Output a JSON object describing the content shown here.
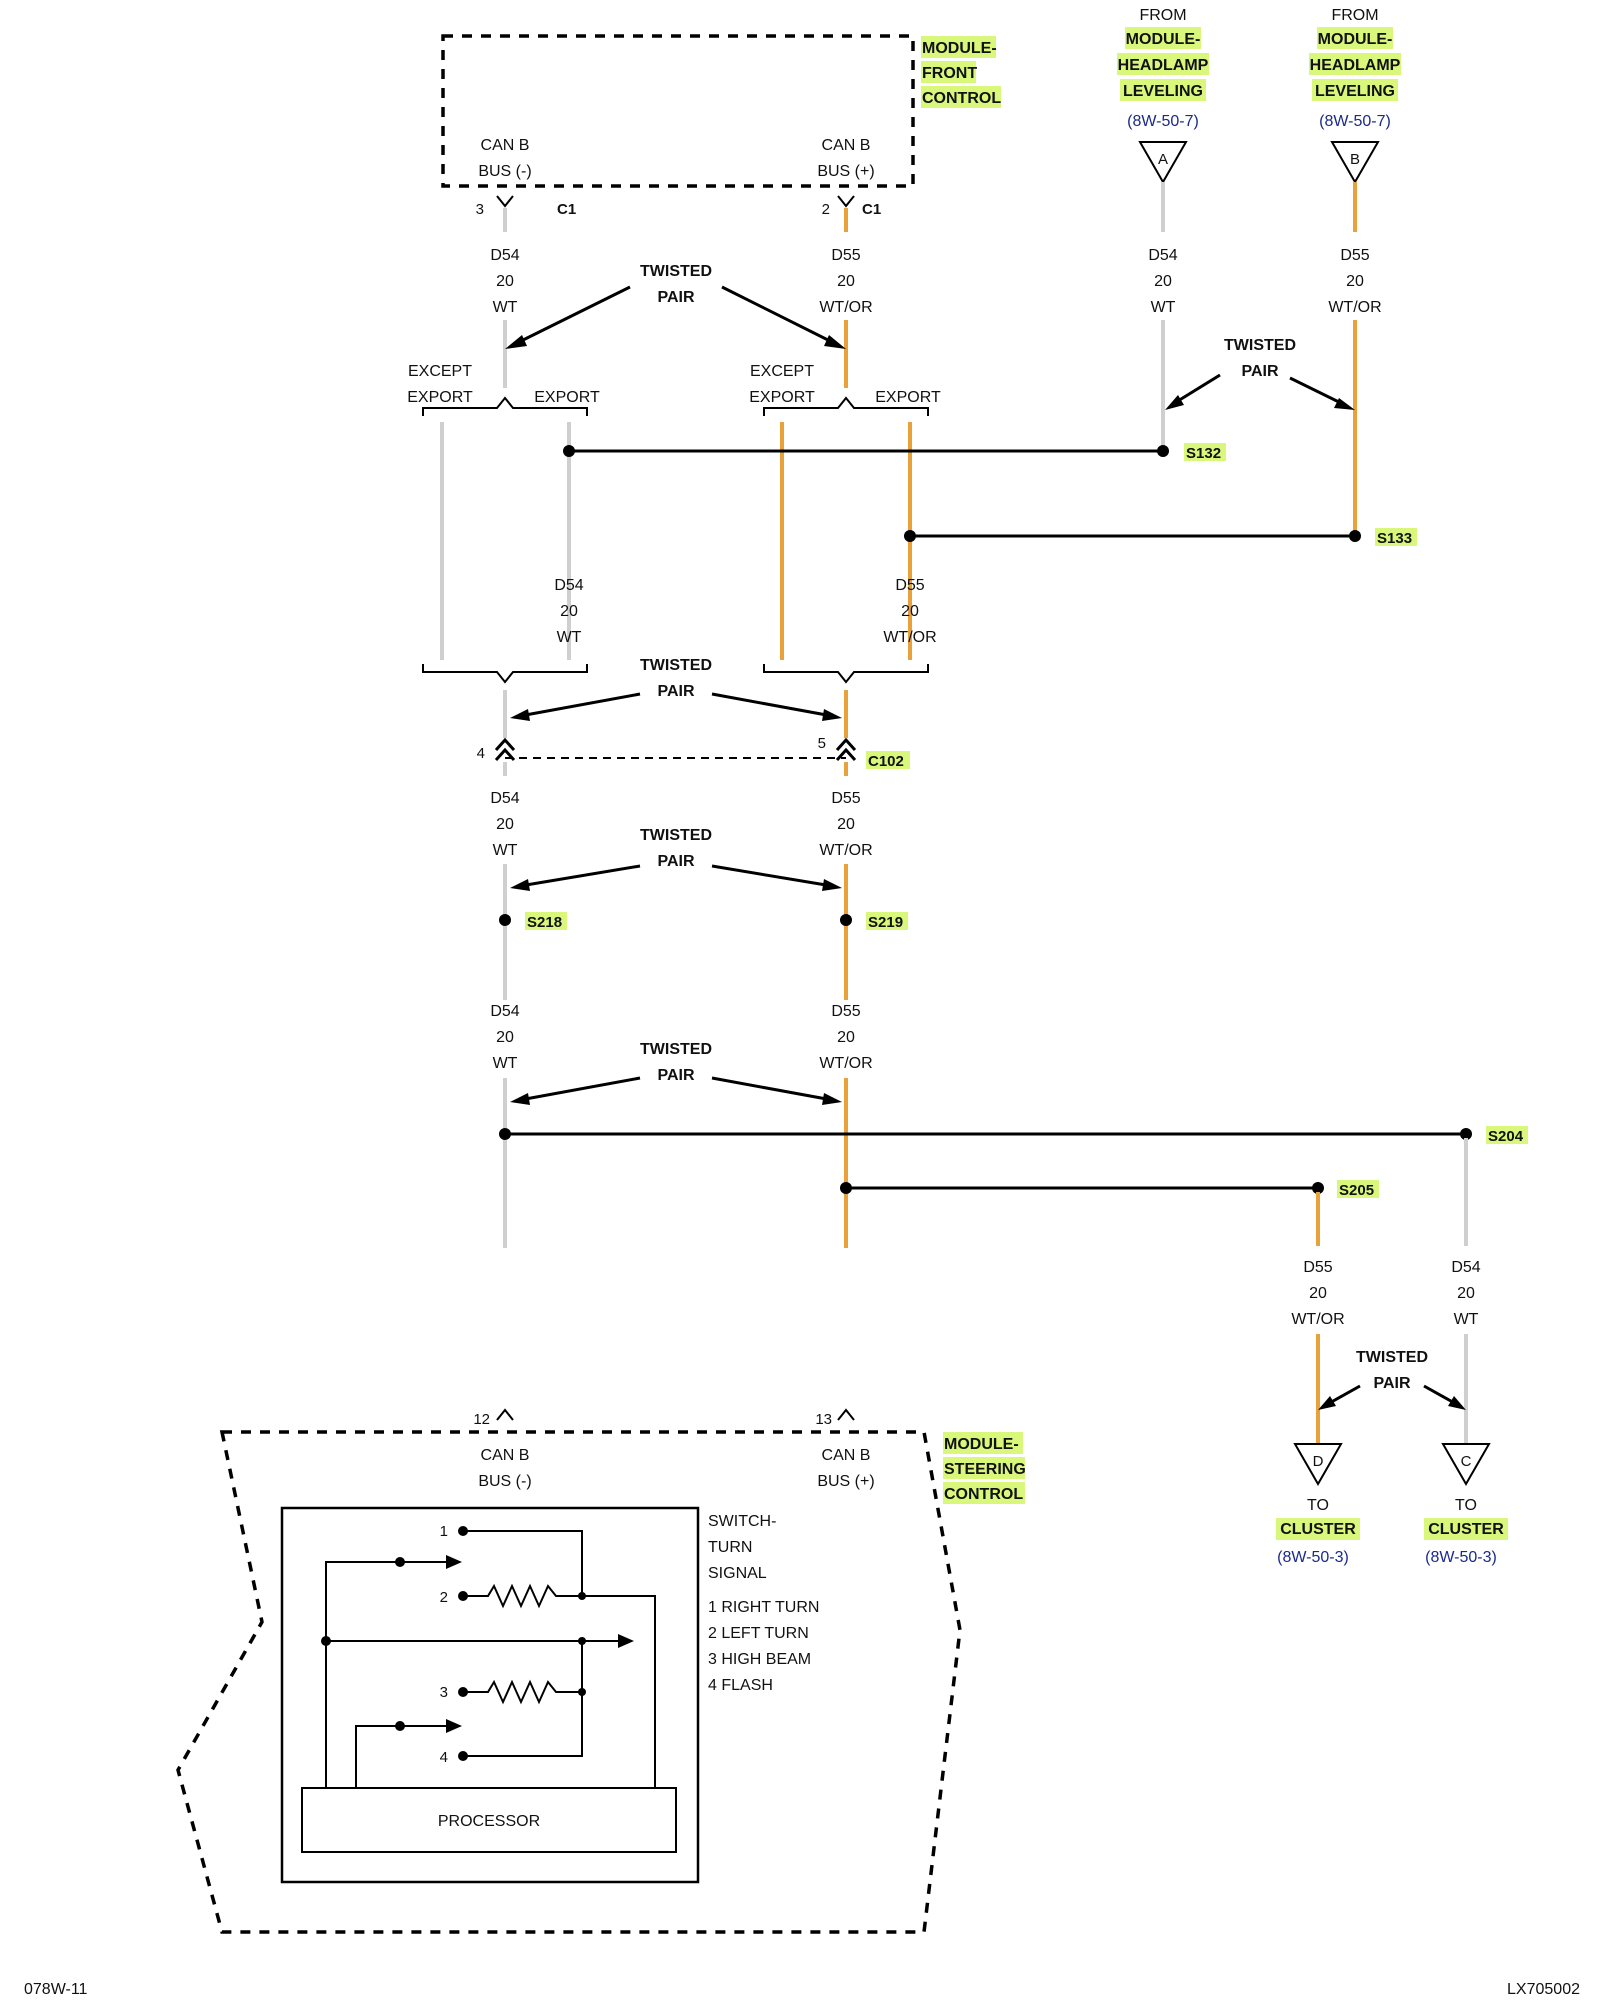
{
  "modules": {
    "front_control": {
      "name": [
        "MODULE-",
        "FRONT",
        "CONTROL"
      ],
      "pin_minus": [
        "CAN B",
        "BUS (-)"
      ],
      "pin_plus": [
        "CAN B",
        "BUS (+)"
      ],
      "pin_minus_num": "3",
      "pin_plus_num": "2",
      "connector": "C1"
    },
    "steering_control": {
      "name": [
        "MODULE-",
        "STEERING",
        "CONTROL"
      ],
      "pin_minus": [
        "CAN B",
        "BUS (-)"
      ],
      "pin_plus": [
        "CAN B",
        "BUS (+)"
      ],
      "pin_minus_num": "12",
      "pin_plus_num": "13"
    },
    "headlamp_a": {
      "from": "FROM",
      "name": [
        "MODULE-",
        "HEADLAMP",
        "LEVELING"
      ],
      "ref": "(8W-50-7)",
      "letter": "A"
    },
    "headlamp_b": {
      "from": "FROM",
      "name": [
        "MODULE-",
        "HEADLAMP",
        "LEVELING"
      ],
      "ref": "(8W-50-7)",
      "letter": "B"
    },
    "cluster_d": {
      "to": "TO",
      "name": "CLUSTER",
      "ref": "(8W-50-3)",
      "letter": "D"
    },
    "cluster_c": {
      "to": "TO",
      "name": "CLUSTER",
      "ref": "(8W-50-3)",
      "letter": "C"
    }
  },
  "wires": {
    "d54": [
      "D54",
      "20",
      "WT"
    ],
    "d55": [
      "D55",
      "20",
      "WT/OR"
    ]
  },
  "twisted_pair": [
    "TWISTED",
    "PAIR"
  ],
  "options": {
    "except_export": [
      "EXCEPT",
      "EXPORT"
    ],
    "export": "EXPORT"
  },
  "splices": {
    "s132": "S132",
    "s133": "S133",
    "s218": "S218",
    "s219": "S219",
    "s204": "S204",
    "s205": "S205"
  },
  "c102": {
    "name": "C102",
    "pin_a": "4",
    "pin_b": "5"
  },
  "switch": {
    "title": [
      "SWITCH-",
      "TURN",
      "SIGNAL"
    ],
    "legend": [
      "1 RIGHT TURN",
      "2 LEFT TURN",
      "3 HIGH BEAM",
      "4 FLASH"
    ],
    "pins": [
      "1",
      "2",
      "3",
      "4"
    ],
    "processor": "PROCESSOR"
  },
  "footer": {
    "left": "078W-11",
    "right": "LX705002"
  },
  "colors": {
    "wt_wire": "#cfcfcf",
    "or_wire": "#e9a23b",
    "highlight": "#d9f77a",
    "ref_text": "#1a2a8a"
  }
}
